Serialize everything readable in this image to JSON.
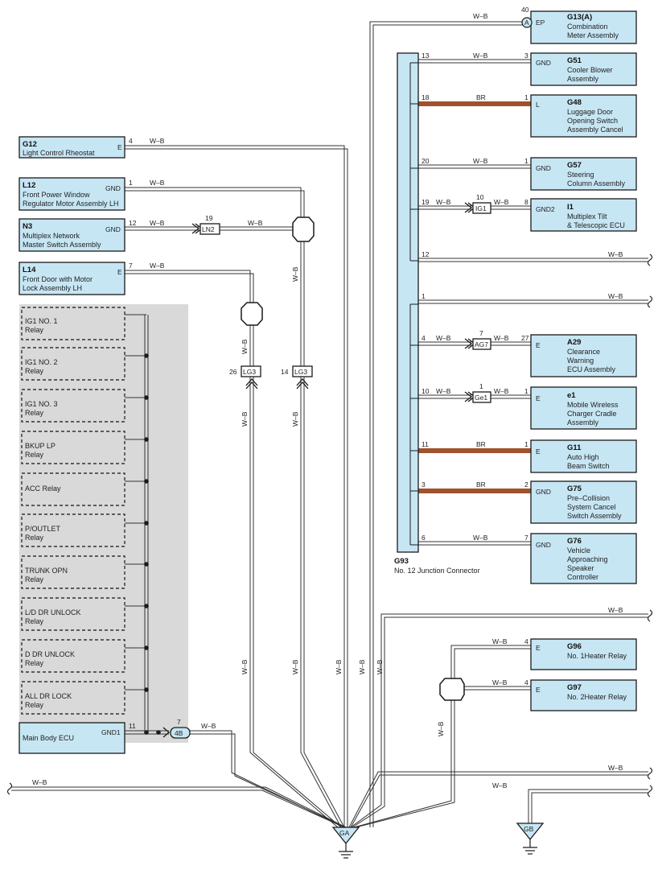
{
  "wire_color_wb": "W–B",
  "wire_color_br": "BR",
  "colors": {
    "component_fill": "#c7e6f4",
    "br_wire": "#a0522d",
    "relay_area": "#d9d9d9"
  },
  "components": {
    "g13a": {
      "code": "G13(A)",
      "name1": "Combination",
      "name2": "Meter Assembly",
      "pin": "EP",
      "wire_pin": "40",
      "conn": "A"
    },
    "g51": {
      "code": "G51",
      "name1": "Cooler Blower",
      "name2": "Assembly",
      "pin": "GND",
      "wire_pin": "3"
    },
    "g48": {
      "code": "G48",
      "name1": "Luggage Door",
      "name2": "Opening Switch",
      "name3": "Assembly Cancel",
      "pin": "L",
      "wire_pin": "1"
    },
    "g57": {
      "code": "G57",
      "name1": "Steering",
      "name2": "Column Assembly",
      "pin": "GND",
      "wire_pin": "1"
    },
    "i1": {
      "code": "I1",
      "name1": "Multiplex Tilt",
      "name2": "& Telescopic ECU",
      "pin": "GND2",
      "wire_pin": "8"
    },
    "a29": {
      "code": "A29",
      "name1": "Clearance",
      "name2": "Warning",
      "name3": "ECU Assembly",
      "pin": "E",
      "wire_pin": "27"
    },
    "e1": {
      "code": "e1",
      "name1": "Mobile Wireless",
      "name2": "Charger Cradle",
      "name3": "Assembly",
      "pin": "E",
      "wire_pin": "1"
    },
    "g11": {
      "code": "G11",
      "name1": "Auto High",
      "name2": "Beam Switch",
      "pin": "E",
      "wire_pin": "1"
    },
    "g75": {
      "code": "G75",
      "name1": "Pre–Collision",
      "name2": "System Cancel",
      "name3": "Switch Assembly",
      "pin": "GND",
      "wire_pin": "2"
    },
    "g76": {
      "code": "G76",
      "name1": "Vehicle",
      "name2": "Approaching",
      "name3": "Speaker",
      "name4": "Controller",
      "pin": "GND",
      "wire_pin": "7"
    },
    "g96": {
      "code": "G96",
      "name1": "No.  1Heater Relay",
      "pin": "E",
      "wire_pin": "4"
    },
    "g97": {
      "code": "G97",
      "name1": "No.  2Heater Relay",
      "pin": "E",
      "wire_pin": "4"
    },
    "g12": {
      "code": "G12",
      "name1": "Light Control Rheostat",
      "pin": "E",
      "wire_pin": "4"
    },
    "l12": {
      "code": "L12",
      "name1": "Front Power Window",
      "name2": "Regulator Motor Assembly LH",
      "pin": "GND",
      "wire_pin": "1"
    },
    "n3": {
      "code": "N3",
      "name1": "Multiplex Network",
      "name2": "Master Switch Assembly",
      "pin": "GND",
      "wire_pin": "12"
    },
    "l14": {
      "code": "L14",
      "name1": "Front Door with Motor",
      "name2": "Lock Assembly LH",
      "pin": "E",
      "wire_pin": "7"
    },
    "main_ecu": {
      "name1": "Main Body ECU",
      "pin": "GND1",
      "wire_pin": "11"
    }
  },
  "junction": {
    "code": "G93",
    "name": "No.  12 Junction Connector",
    "pins": [
      "13",
      "18",
      "20",
      "19",
      "12",
      "1",
      "4",
      "10",
      "11",
      "3",
      "6"
    ]
  },
  "inline": {
    "ig1": {
      "label": "IG1",
      "pin": "10"
    },
    "ln2": {
      "label": "LN2",
      "pin": "19"
    },
    "ag7": {
      "label": "AG7",
      "pin": "7"
    },
    "ge1": {
      "label": "Ge1",
      "pin": "1"
    },
    "lg3a": {
      "label": "LG3",
      "pin": "26"
    },
    "lg3b": {
      "label": "LG3",
      "pin": "14"
    },
    "c4b": {
      "label": "4B",
      "pin": "7"
    }
  },
  "relays": [
    {
      "l1": "IG1 NO. 1",
      "l2": "Relay"
    },
    {
      "l1": "IG1 NO. 2",
      "l2": "Relay"
    },
    {
      "l1": "IG1 NO. 3",
      "l2": "Relay"
    },
    {
      "l1": "BKUP LP",
      "l2": "Relay"
    },
    {
      "l1": "ACC Relay",
      "l2": ""
    },
    {
      "l1": "P/OUTLET",
      "l2": "Relay"
    },
    {
      "l1": "TRUNK OPN",
      "l2": "Relay"
    },
    {
      "l1": "L/D DR UNLOCK",
      "l2": "Relay"
    },
    {
      "l1": "D DR UNLOCK",
      "l2": "Relay"
    },
    {
      "l1": "ALL DR LOCK",
      "l2": "Relay"
    }
  ],
  "grounds": {
    "ga": "GA",
    "gb": "GB"
  }
}
